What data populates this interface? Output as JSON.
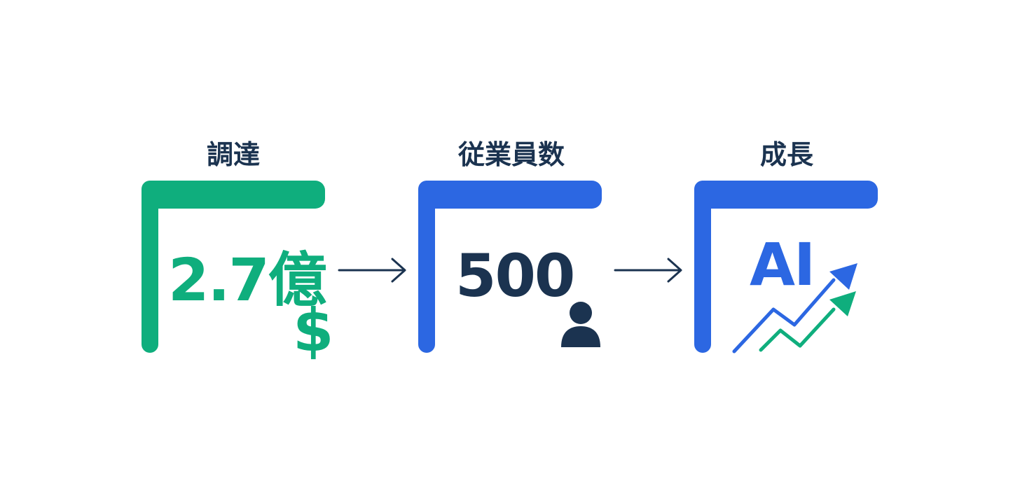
{
  "colors": {
    "green": "#0fae7d",
    "blue": "#2c67e2",
    "navy": "#1b3350",
    "background": "#ffffff"
  },
  "steps": [
    {
      "heading": "調達",
      "value": "2.7億",
      "icon": "dollar-sign-icon",
      "icon_text": "$",
      "accent": "green"
    },
    {
      "heading": "従業員数",
      "value": "500",
      "icon": "person-icon",
      "accent": "blue"
    },
    {
      "heading": "成長",
      "value": "AI",
      "icon": "trending-up-arrows-icon",
      "accent": "blue"
    }
  ],
  "connectors": [
    {
      "icon": "right-arrow-icon"
    },
    {
      "icon": "right-arrow-icon"
    }
  ]
}
